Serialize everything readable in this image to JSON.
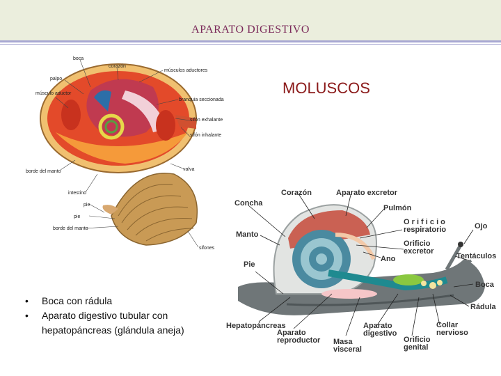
{
  "header": {
    "title": "APARATO DIGESTIVO"
  },
  "section_title": "MOLUSCOS",
  "bullets": [
    "Boca con rádula",
    "Aparato digestivo tubular con hepatopáncreas (glándula aneja)"
  ],
  "clam_labels": {
    "boca": "boca",
    "corazon": "corazón",
    "musculos_aductores": "músculos aductores",
    "palpo": "palpo",
    "musculo_aductor": "músculo aductor",
    "branquia_seccionada": "branquia seccionada",
    "sifon_exhalante": "sifón exhalante",
    "sifon_inhalante": "sifón inhalante",
    "borde_del_manto": "borde del manto",
    "valva": "valva",
    "intestino": "intestino",
    "pie_1": "pie",
    "pie_2": "pie",
    "borde_del_manto_2": "borde del manto",
    "sifones": "sifones"
  },
  "snail_labels": {
    "corazon": "Corazón",
    "aparato_excretor": "Aparato excretor",
    "concha": "Concha",
    "pulmon": "Pulmón",
    "orificio_respiratorio_1": "O r i f i c i o",
    "orificio_respiratorio_2": "respiratorio",
    "ojo": "Ojo",
    "manto": "Manto",
    "orificio_excretor_1": "Orificio",
    "orificio_excretor_2": "excretor",
    "ano": "Ano",
    "tentaculos": "Tentáculos",
    "pie": "Pie",
    "boca": "Boca",
    "radula": "Rádula",
    "hepatopancreas": "Hepatopáncreas",
    "aparato_reproductor_1": "Aparato",
    "aparato_reproductor_2": "reproductor",
    "masa_visceral_1": "Masa",
    "masa_visceral_2": "visceral",
    "aparato_digestivo_1": "Aparato",
    "aparato_digestivo_2": "digestivo",
    "orificio_genital_1": "Orificio",
    "orificio_genital_2": "genital",
    "collar_nervioso_1": "Collar",
    "collar_nervioso_2": "nervioso"
  }
}
